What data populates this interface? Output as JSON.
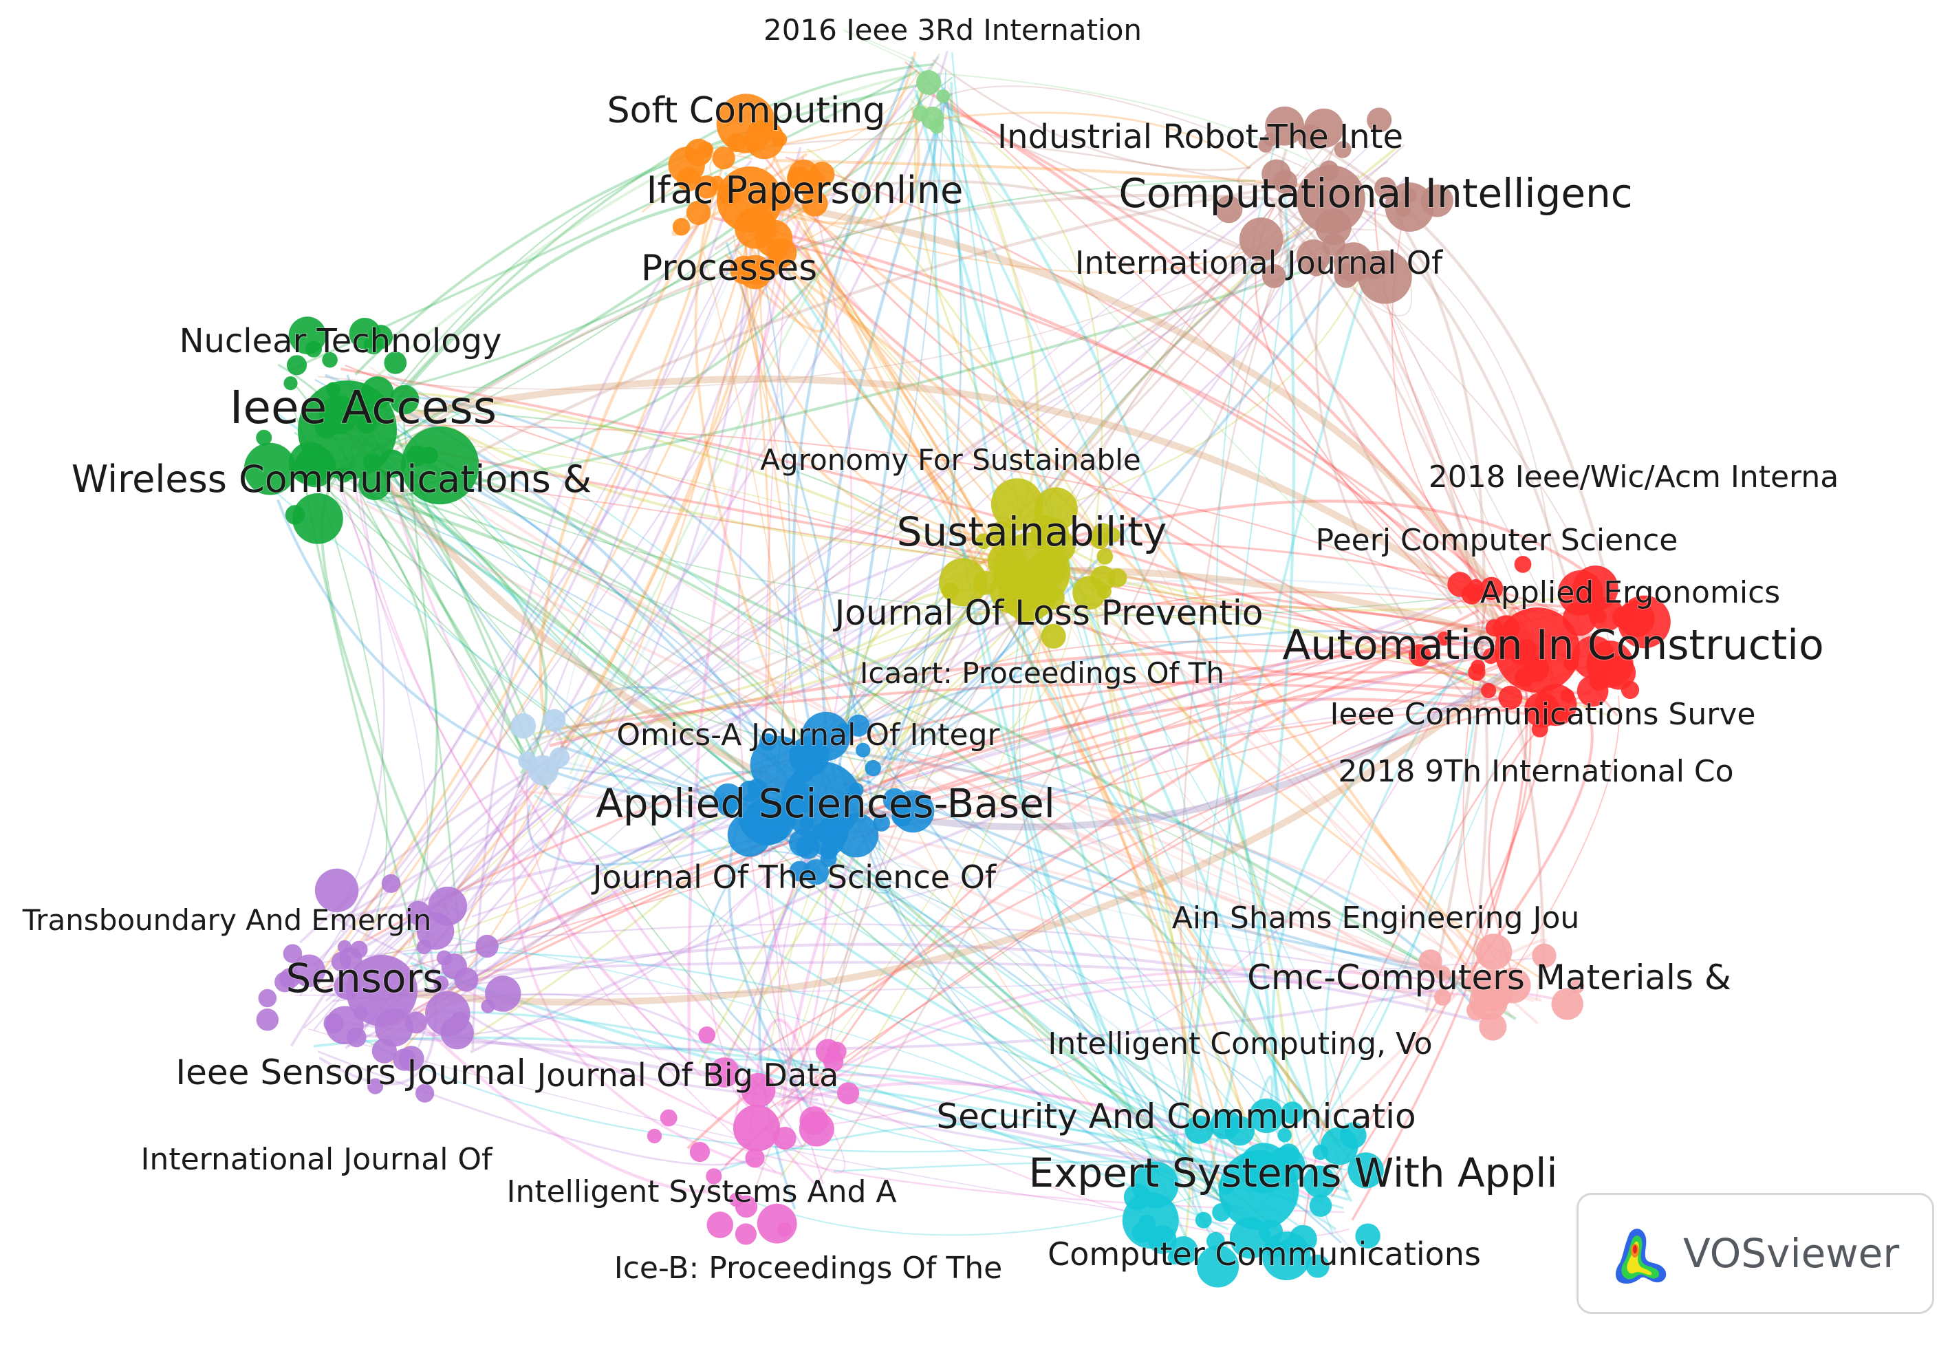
{
  "app": {
    "watermark": "VOSviewer",
    "logo_icon": "vosviewer-heatmap-icon"
  },
  "cluster_colors": {
    "red": "#ff2a2a",
    "green": "#12a83a",
    "blue": "#1b8ed8",
    "yellow": "#c2c41a",
    "purple": "#b27ad6",
    "cyan": "#14c8d6",
    "orange": "#ff8a16",
    "brown": "#c08a82",
    "pink": "#ec6ecf",
    "salmon": "#f7a6a6",
    "lightblue": "#b6d3ee",
    "lightgreen": "#8ad68a"
  },
  "labels": [
    "2016 Ieee 3Rd Internation",
    "Soft Computing",
    "Industrial Robot-The Inte",
    "Ifac Papersonline",
    "Computational Intelligenc",
    "Processes",
    "International Journal Of",
    "Nuclear Technology",
    "Ieee Access",
    "Wireless Communications &",
    "Agronomy For Sustainable",
    "2018 Ieee/Wic/Acm Interna",
    "Sustainability",
    "Peerj Computer Science",
    "Applied Ergonomics",
    "Journal Of Loss Preventio",
    "Automation In Constructio",
    "Icaart: Proceedings Of Th",
    "Ieee Communications Surve",
    "Omics-A Journal Of Integr",
    "2018 9Th International Co",
    "Applied Sciences-Basel",
    "Journal Of The Science Of",
    "Ain Shams Engineering Jou",
    "Transboundary And Emergin",
    "Sensors",
    "Cmc-Computers Materials &",
    "Intelligent Computing, Vo",
    "Ieee Sensors Journal",
    "Journal Of Big Data",
    "Security And Communicatio",
    "Expert Systems With Appli",
    "International Journal Of",
    "Intelligent Systems And A",
    "Computer Communications",
    "Ice-B: Proceedings Of The"
  ]
}
